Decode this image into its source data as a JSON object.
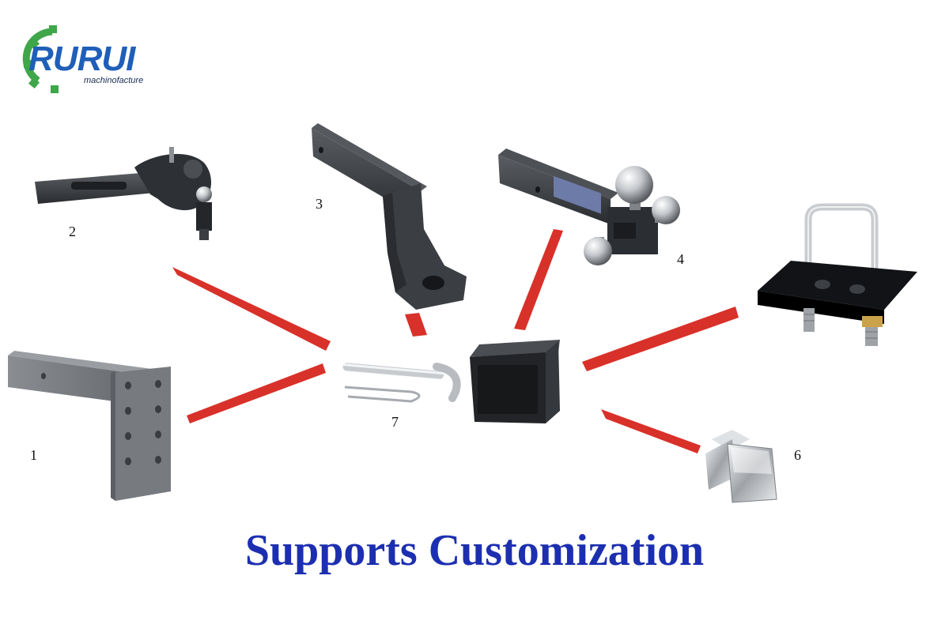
{
  "logo": {
    "wordmark_left": "RU",
    "wordmark_right": "RUI",
    "tagline": "machinofacture",
    "colors": {
      "blue": "#1f5fb8",
      "green": "#3fa64a"
    }
  },
  "products": [
    {
      "label": "1",
      "icon": "pintle-mount-plate-icon"
    },
    {
      "label": "2",
      "icon": "pintle-hook-ball-combo-icon"
    },
    {
      "label": "3",
      "icon": "drop-ball-mount-shank-icon"
    },
    {
      "label": "4",
      "icon": "tri-ball-mount-icon"
    },
    {
      "label": "6",
      "icon": "chrome-receiver-cover-icon"
    },
    {
      "label": "7",
      "icon": "hitch-pin-and-clip-icon"
    }
  ],
  "accent_color": "#d8312a",
  "headline": "Supports Customization",
  "headline_color": "#1c2fb0"
}
